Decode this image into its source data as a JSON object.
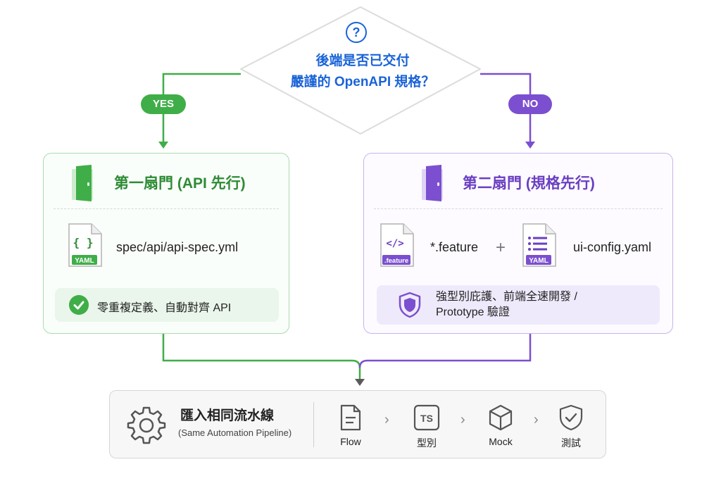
{
  "decision": {
    "question_icon": "question-circle-icon",
    "line1": "後端是否已交付",
    "line2": "嚴謹的 OpenAPI 規格？"
  },
  "branches": {
    "yes_label": "YES",
    "no_label": "NO"
  },
  "door1": {
    "title": "第一扇門 (API 先行)",
    "icon": "door-icon",
    "file_icon": "yaml-file-icon",
    "file_badge": "YAML",
    "file_glyph": "{ }",
    "file_path": "spec/api/api-spec.yml",
    "benefit_icon": "check-circle-icon",
    "benefit": "零重複定義、自動對齊 API"
  },
  "door2": {
    "title": "第二扇門 (規格先行)",
    "icon": "door-icon",
    "feature_badge": ".feature",
    "feature_glyph": "</>",
    "feature_name": "*.feature",
    "plus": "+",
    "yaml_badge": "YAML",
    "yaml_name": "ui-config.yaml",
    "benefit_icon": "shield-icon",
    "benefit_line1": "強型別庇護、前端全速開發 /",
    "benefit_line2": "Prototype 驗證"
  },
  "pipeline": {
    "icon": "gear-icon",
    "title": "匯入相同流水線",
    "subtitle": "(Same Automation Pipeline)",
    "chevron": "›",
    "steps": [
      {
        "label": "Flow",
        "icon": "document-icon"
      },
      {
        "label": "型別",
        "icon": "ts-icon",
        "glyph": "TS"
      },
      {
        "label": "Mock",
        "icon": "cube-icon"
      },
      {
        "label": "測試",
        "icon": "shield-check-icon"
      }
    ]
  },
  "colors": {
    "blue": "#1a63d8",
    "green": "#3fae48",
    "purple": "#7b4fcf"
  }
}
